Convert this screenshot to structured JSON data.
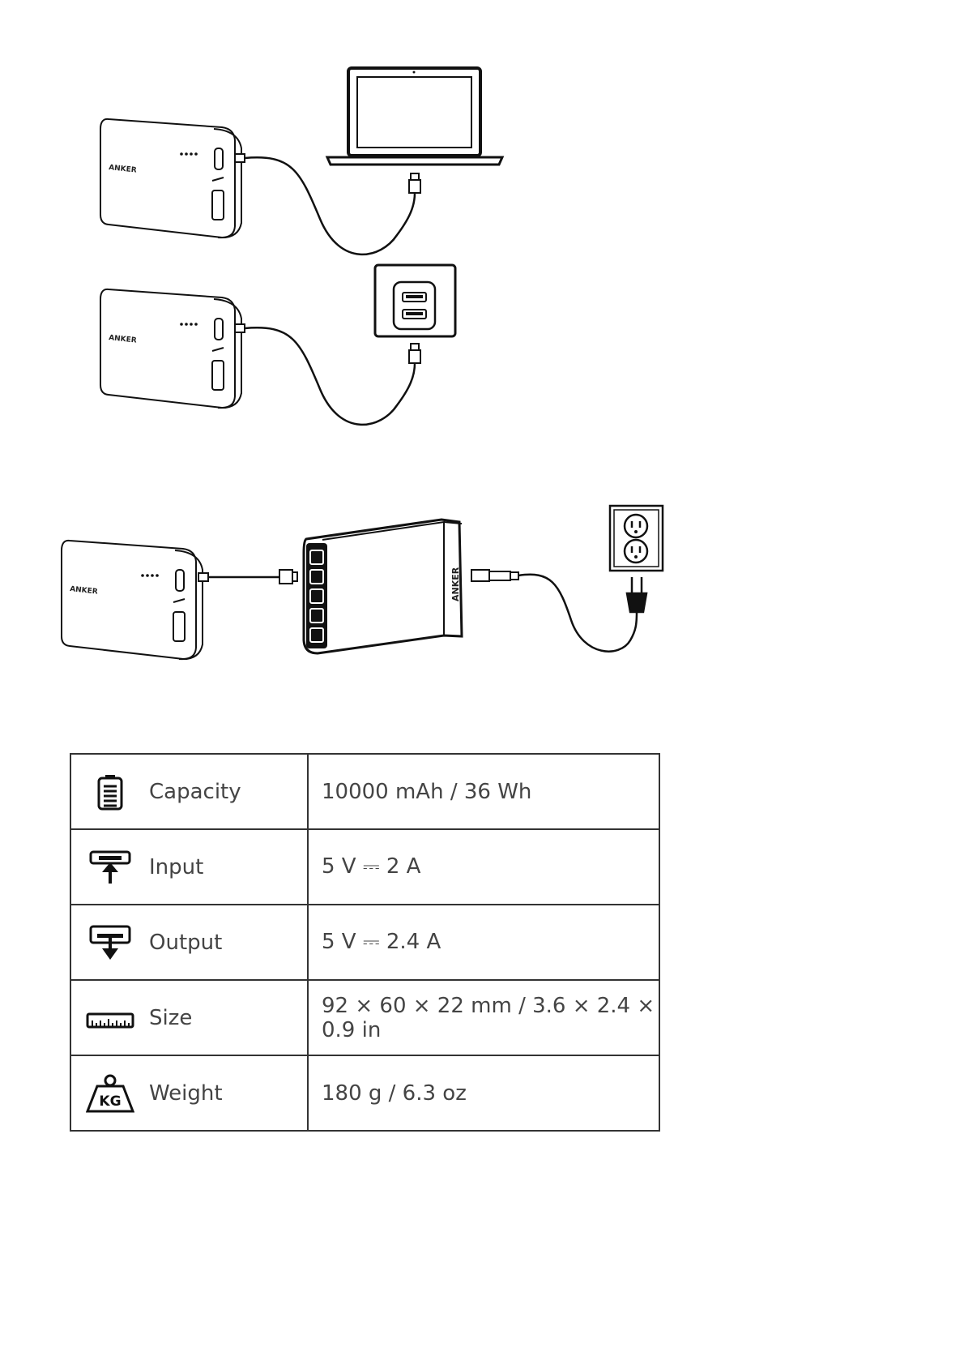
{
  "illustrations": {
    "brand_text": "ANKER"
  },
  "specs": {
    "rows": [
      {
        "icon": "battery-icon",
        "label": "Capacity",
        "value": "10000 mAh / 36 Wh"
      },
      {
        "icon": "input-icon",
        "label": "Input",
        "value": "5 V ⎓ 2 A"
      },
      {
        "icon": "output-icon",
        "label": "Output",
        "value": "5 V ⎓ 2.4 A"
      },
      {
        "icon": "ruler-icon",
        "label": "Size",
        "value": "92 × 60 × 22 mm / 3.6 × 2.4 × 0.9 in"
      },
      {
        "icon": "weight-icon",
        "label": "Weight",
        "value": "180 g / 6.3 oz"
      }
    ]
  }
}
